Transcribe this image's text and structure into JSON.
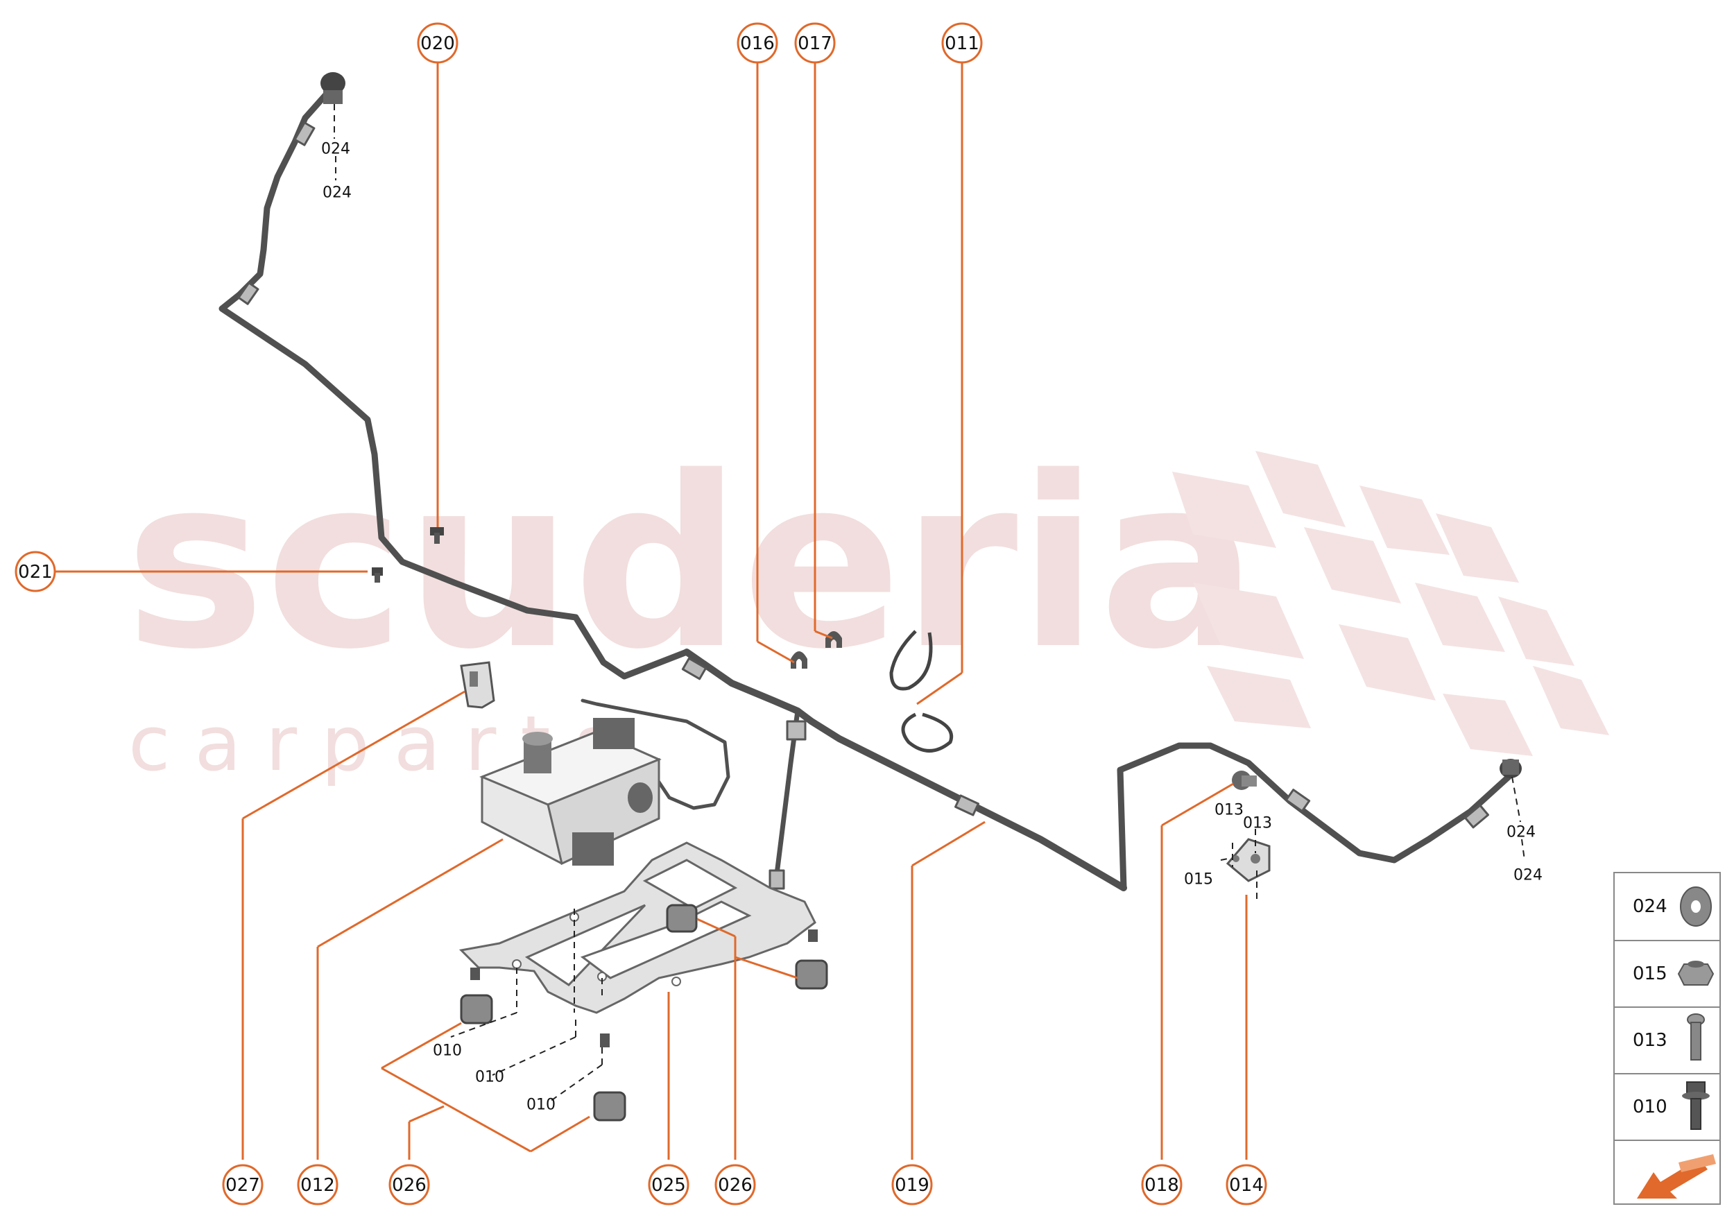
{
  "watermark": {
    "word": "scuderia",
    "sub": "c a r p a r t s"
  },
  "callouts": {
    "c020": "020",
    "c016": "016",
    "c017": "017",
    "c011": "011",
    "c021": "021",
    "c027": "027",
    "c012": "012",
    "c026a": "026",
    "c025": "025",
    "c026b": "026",
    "c019": "019",
    "c018": "018",
    "c014": "014"
  },
  "part_labels": {
    "p024a": "024",
    "p024b": "024",
    "p024c": "024",
    "p024d": "024",
    "p013a": "013",
    "p013b": "013",
    "p015": "015",
    "p010a": "010",
    "p010b": "010",
    "p010c": "010"
  },
  "legend": {
    "rows": [
      {
        "code": "024",
        "icon": "washer-icon"
      },
      {
        "code": "015",
        "icon": "hex-nut-icon"
      },
      {
        "code": "013",
        "icon": "bolt-icon"
      },
      {
        "code": "010",
        "icon": "flange-bolt-icon"
      }
    ],
    "footer_icon": "direction-arrow-icon"
  },
  "colors": {
    "accent": "#e0692b",
    "pipe": "#505050",
    "watermark": "#f2dede",
    "legend_border": "#888888"
  }
}
